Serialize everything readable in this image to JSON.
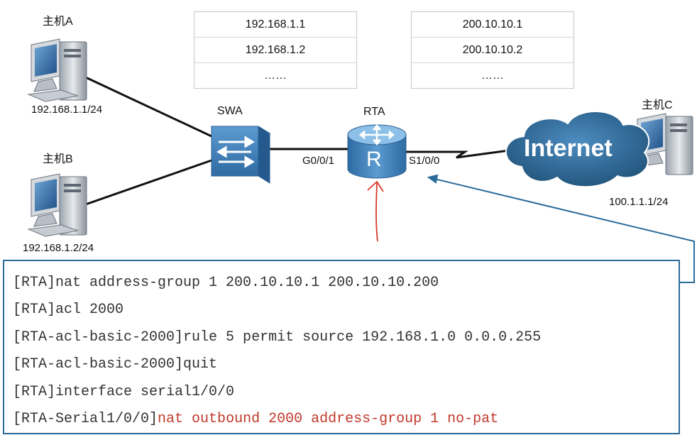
{
  "hosts": {
    "a": {
      "name": "主机A",
      "ip": "192.168.1.1/24"
    },
    "b": {
      "name": "主机B",
      "ip": "192.168.1.2/24"
    },
    "c": {
      "name": "主机C",
      "ip": "100.1.1.1/24"
    }
  },
  "switch": {
    "name": "SWA"
  },
  "router": {
    "name": "RTA",
    "glyph": "R",
    "if_lan": "G0/0/1",
    "if_wan": "S1/0/0"
  },
  "cloud": {
    "label": "Internet"
  },
  "private_pool": [
    "192.168.1.1",
    "192.168.1.2",
    "……"
  ],
  "public_pool": [
    "200.10.10.1",
    "200.10.10.2",
    "……"
  ],
  "colors": {
    "cli_border": "#2b6b9a",
    "highlight": "#c0392b",
    "device_blue": "#3d7fb8",
    "cloud_blue": "#2e6a99"
  },
  "cli": [
    {
      "prompt": "[RTA]",
      "cmd": "nat address-group 1 200.10.10.1 200.10.10.200",
      "highlight": false
    },
    {
      "prompt": "[RTA]",
      "cmd": "acl 2000",
      "highlight": false
    },
    {
      "prompt": "[RTA-acl-basic-2000]",
      "cmd": "rule 5 permit source 192.168.1.0 0.0.0.255",
      "highlight": false
    },
    {
      "prompt": "[RTA-acl-basic-2000]",
      "cmd": "quit",
      "highlight": false
    },
    {
      "prompt": "[RTA]",
      "cmd": "interface serial1/0/0",
      "highlight": false
    },
    {
      "prompt": "[RTA-Serial1/0/0]",
      "cmd": "nat outbound 2000 address-group 1 no-pat",
      "highlight": true
    }
  ]
}
